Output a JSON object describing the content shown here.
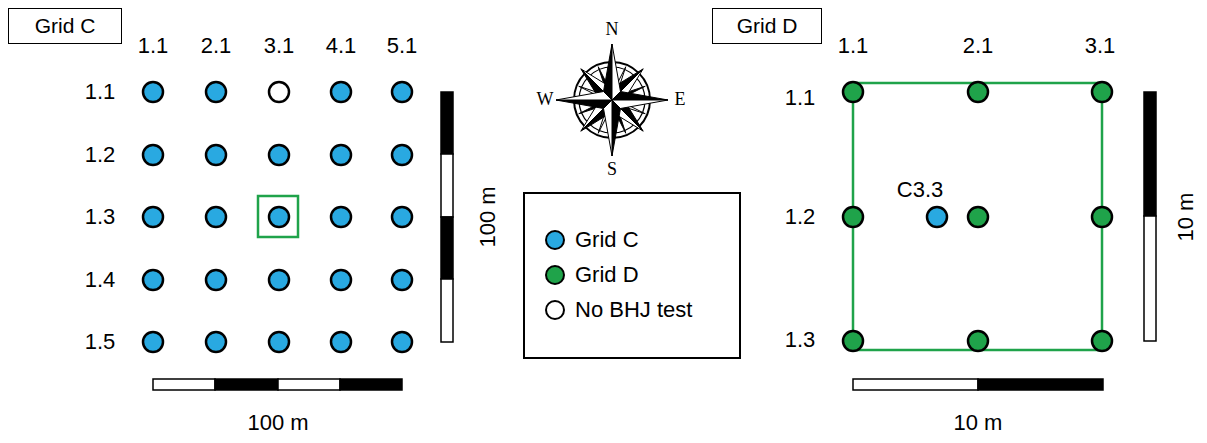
{
  "diagram": {
    "nodes": [
      {
        "text": [
          "Grid C"
        ]
      },
      {
        "text": [
          "Grid D"
        ]
      }
    ],
    "labels": [
      "1.1",
      "2.1",
      "3.1",
      "4.1",
      "5.1",
      "1.1",
      "1.2",
      "1.3",
      "1.4",
      "1.5",
      "100 m",
      "100 m",
      "N",
      "E",
      "S",
      "W",
      "1.1",
      "2.1",
      "3.1",
      "1.1",
      "1.2",
      "1.3",
      "C3.3",
      "10 m",
      "10 m"
    ],
    "legend": [
      {
        "text": "Grid C",
        "color": "#29a9e1"
      },
      {
        "text": "Grid D",
        "color": "#1fa34a"
      },
      {
        "text": "No BHJ test",
        "color": "#ffffff"
      }
    ]
  }
}
